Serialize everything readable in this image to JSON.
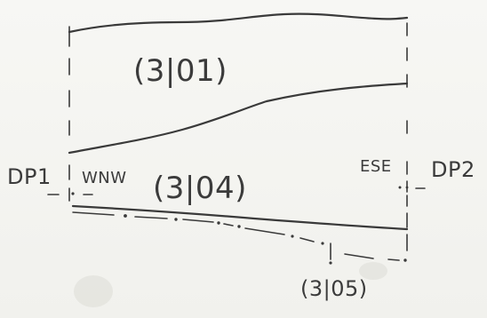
{
  "labels": {
    "block_upper": "(3|01)",
    "block_middle": "(3|04)",
    "block_lower": "(3|05)",
    "left_marker": "DP1",
    "right_marker": "DP2",
    "left_direction": "WNW",
    "right_direction": "ESE"
  }
}
